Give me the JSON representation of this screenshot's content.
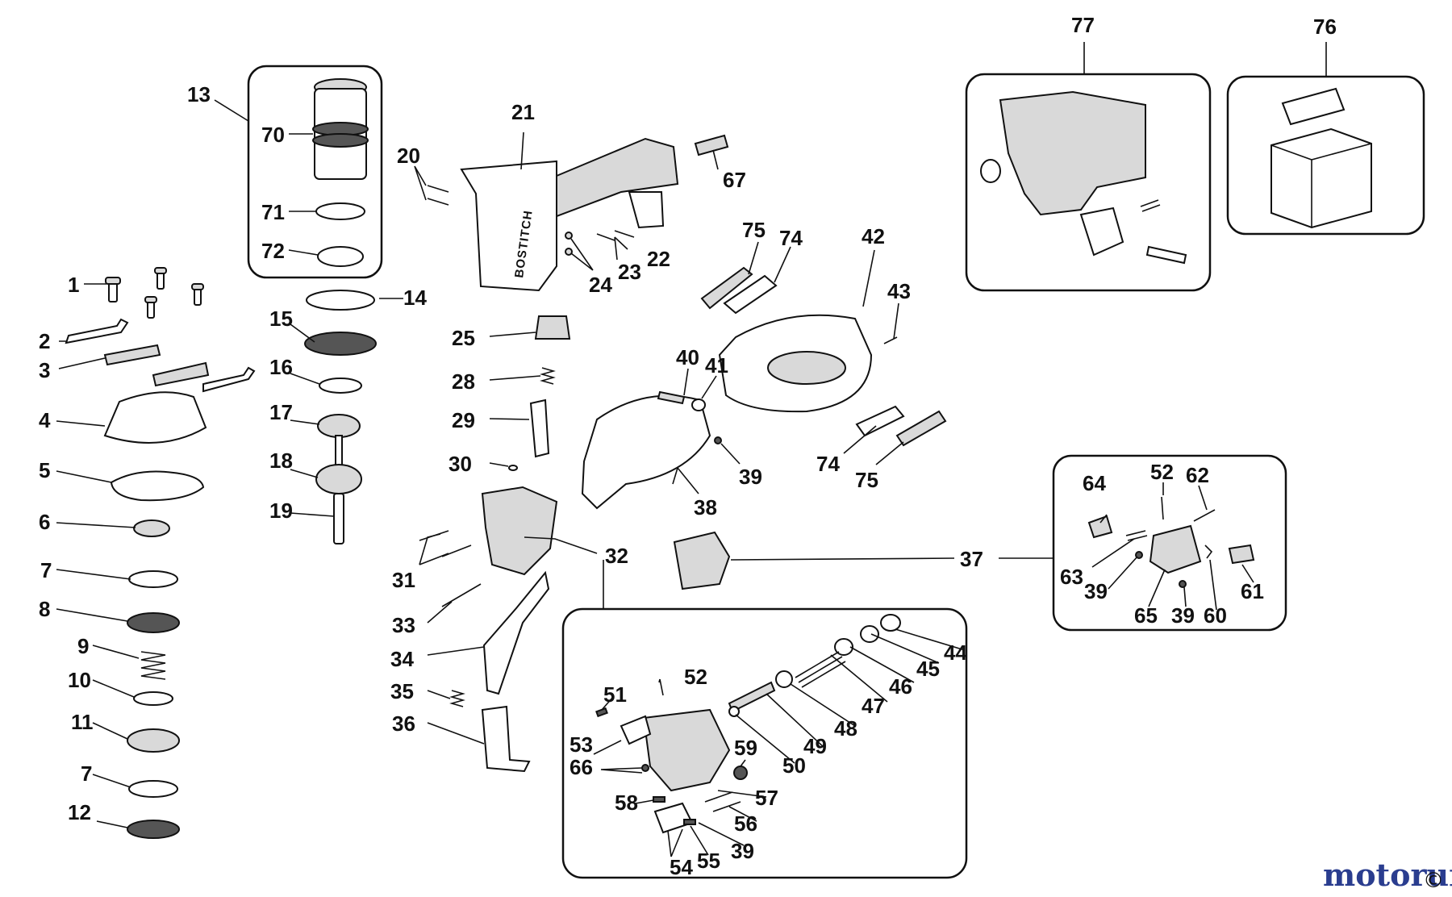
{
  "part_labels": [
    "1",
    "2",
    "3",
    "4",
    "5",
    "6",
    "7",
    "8",
    "9",
    "10",
    "11",
    "7",
    "12",
    "13",
    "70",
    "71",
    "72",
    "14",
    "15",
    "16",
    "17",
    "18",
    "19",
    "20",
    "21",
    "22",
    "23",
    "24",
    "25",
    "28",
    "29",
    "30",
    "31",
    "32",
    "33",
    "34",
    "35",
    "36",
    "67",
    "75",
    "74",
    "42",
    "43",
    "40",
    "41",
    "39",
    "38",
    "74",
    "75",
    "37",
    "77",
    "76",
    "64",
    "52",
    "62",
    "63",
    "39",
    "65",
    "39",
    "60",
    "61",
    "51",
    "52",
    "53",
    "66",
    "59",
    "58",
    "54",
    "55",
    "39",
    "56",
    "57",
    "50",
    "49",
    "48",
    "47",
    "46",
    "45",
    "44"
  ],
  "brand_text": "BOSTITCH",
  "watermark": {
    "text": "motoruf",
    "mark": "©",
    "color_primary": "#2a3d8f",
    "color_accent": "#c0392b"
  }
}
